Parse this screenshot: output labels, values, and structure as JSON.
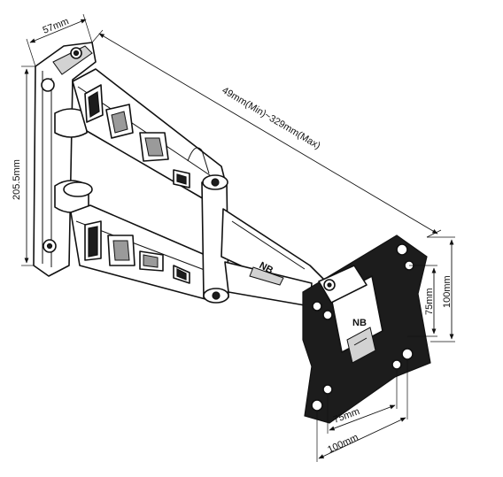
{
  "dimensions": {
    "wall_plate_width": "57mm",
    "wall_plate_height": "205.5mm",
    "arm_extension": "49mm(Min)~329mm(Max)",
    "vesa_small_vertical": "75mm",
    "vesa_large_vertical": "100mm",
    "vesa_small_horizontal": "75mm",
    "vesa_large_horizontal": "100mm"
  },
  "brand": {
    "logo_arm": "NB",
    "logo_plate": "NB"
  },
  "colors": {
    "line": "#111111",
    "plate": "#1c1c1c",
    "background": "#ffffff"
  }
}
